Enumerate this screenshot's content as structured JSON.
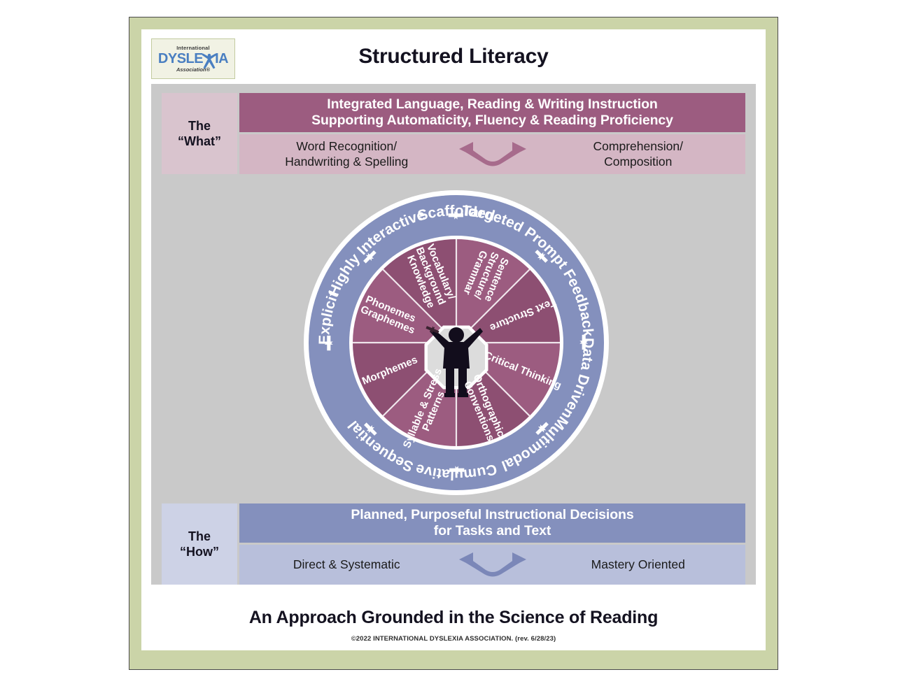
{
  "colors": {
    "frame_green": "#cbd4a8",
    "panel_gray": "#c9c9c9",
    "what_header": "#9c5c80",
    "what_body": "#d4b6c4",
    "what_side": "#d9c4ce",
    "how_header": "#8490bd",
    "how_body": "#b8bfdb",
    "how_side": "#cdd2e6",
    "ring_blue": "#8490bd",
    "wedge_mauve": "#9c5c80",
    "wedge_mauve_dark": "#8d4f72",
    "hub_gray": "#dddddd",
    "white": "#ffffff",
    "text_dark": "#141220"
  },
  "logo": {
    "line1": "International",
    "line2_pre": "DYSLE",
    "line2_x": "X",
    "line2_post": "IA",
    "line3": "Association®"
  },
  "header": {
    "title": "Structured Literacy"
  },
  "what_section": {
    "side_line1": "The",
    "side_line2": "“What”",
    "header_line1": "Integrated Language, Reading & Writing Instruction",
    "header_line2": "Supporting Automaticity, Fluency & Reading Proficiency",
    "left_line1": "Word Recognition/",
    "left_line2": "Handwriting & Spelling",
    "right_line1": "Comprehension/",
    "right_line2": "Composition"
  },
  "how_section": {
    "side_line1": "The",
    "side_line2": "“How”",
    "header_line1": "Planned, Purposeful Instructional Decisions",
    "header_line2": "for Tasks and Text",
    "left_line1": "Direct & Systematic",
    "right_line1": "Mastery Oriented"
  },
  "wheel": {
    "outer_ring_labels": [
      "Scaffolded",
      "Targeted Prompt Feedback",
      "Data Driven",
      "Multimodal",
      "Cumulative",
      "Sequential",
      "Explicit",
      "Highly Interactive"
    ],
    "inner_wedge_labels": [
      [
        "Sentence",
        "Structure/",
        "Grammar"
      ],
      [
        "Text Structure"
      ],
      [
        "Critical Thinking"
      ],
      [
        "Orthographic",
        "Conventions"
      ],
      [
        "Syllable & Stress",
        "Patterns"
      ],
      [
        "Morphemes"
      ],
      [
        "Phonemes",
        "Graphemes"
      ],
      [
        "Vocabulary/",
        "Background",
        "Knowledge"
      ]
    ],
    "hub_figure": "person-silhouette-arms-raised"
  },
  "tagline": "An Approach Grounded in the Science of Reading",
  "copyright": "©2022 INTERNATIONAL DYSLEXIA ASSOCIATION. (rev. 6/28/23)"
}
